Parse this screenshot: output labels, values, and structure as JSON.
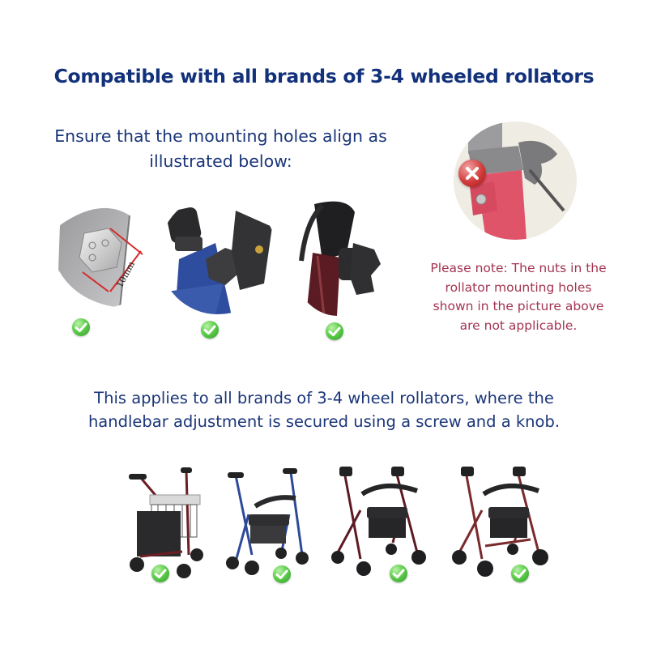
{
  "header": {
    "title": "Compatible with all brands of 3-4 wheeled rollators"
  },
  "instructions": {
    "line1": "Ensure that the mounting holes align as",
    "line2": "illustrated below:"
  },
  "mount_examples": [
    {
      "name": "hex-bolt-mount",
      "measurement_label": "10mm",
      "status": "compatible",
      "status_icon": "check-icon"
    },
    {
      "name": "blue-frame-knob-mount",
      "status": "compatible",
      "status_icon": "check-icon"
    },
    {
      "name": "burgundy-frame-knob-mount",
      "status": "compatible",
      "status_icon": "check-icon"
    }
  ],
  "incompatible_example": {
    "name": "red-frame-nut-mount",
    "status": "not-applicable",
    "status_icon": "x-icon"
  },
  "note": {
    "line1": "Please note: The nuts in the",
    "line2": "rollator mounting holes",
    "line3": "shown in the picture above",
    "line4": "are not applicable."
  },
  "applies": {
    "line1": "This applies to all brands of 3-4 wheel rollators, where the",
    "line2": "handlebar adjustment is secured using a screw and a knob."
  },
  "rollators": [
    {
      "name": "three-wheel-rollator-with-basket",
      "frame_color": "#6b1e24",
      "status_icon": "check-icon"
    },
    {
      "name": "blue-four-wheel-rollator",
      "frame_color": "#2d4a9a",
      "status_icon": "check-icon"
    },
    {
      "name": "burgundy-four-wheel-rollator",
      "frame_color": "#5e1a22",
      "status_icon": "check-icon"
    },
    {
      "name": "red-four-wheel-rollator",
      "frame_color": "#7a2a2c",
      "status_icon": "check-icon"
    }
  ],
  "colors": {
    "title": "#12317a",
    "body_text": "#1a3578",
    "note_text": "#a33452",
    "check": "#4cbf3c",
    "x_mark": "#d23a3a"
  }
}
